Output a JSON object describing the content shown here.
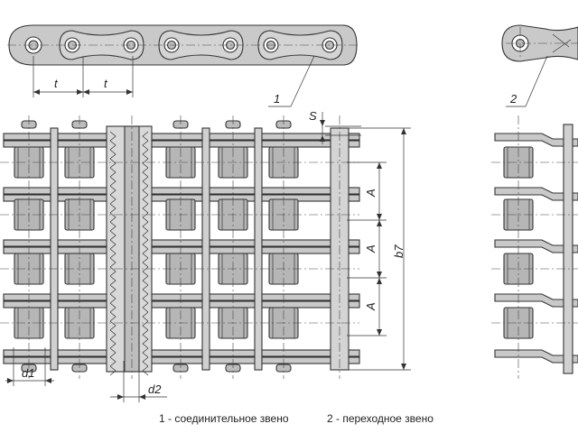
{
  "labels": {
    "pitch": "t",
    "plate_thickness": "S",
    "row_spacing": "A",
    "width": "b7",
    "roller_diameter": "d1",
    "pin_diameter": "d2",
    "callout_1": "1",
    "callout_2": "2"
  },
  "caption": {
    "item1": "1 - соединительное звено",
    "item2": "2 - переходное звено"
  },
  "colors": {
    "plate": "#c9c9c9",
    "roller": "#b6b6b6",
    "pin": "#bdbdbd",
    "line": "#333333"
  }
}
